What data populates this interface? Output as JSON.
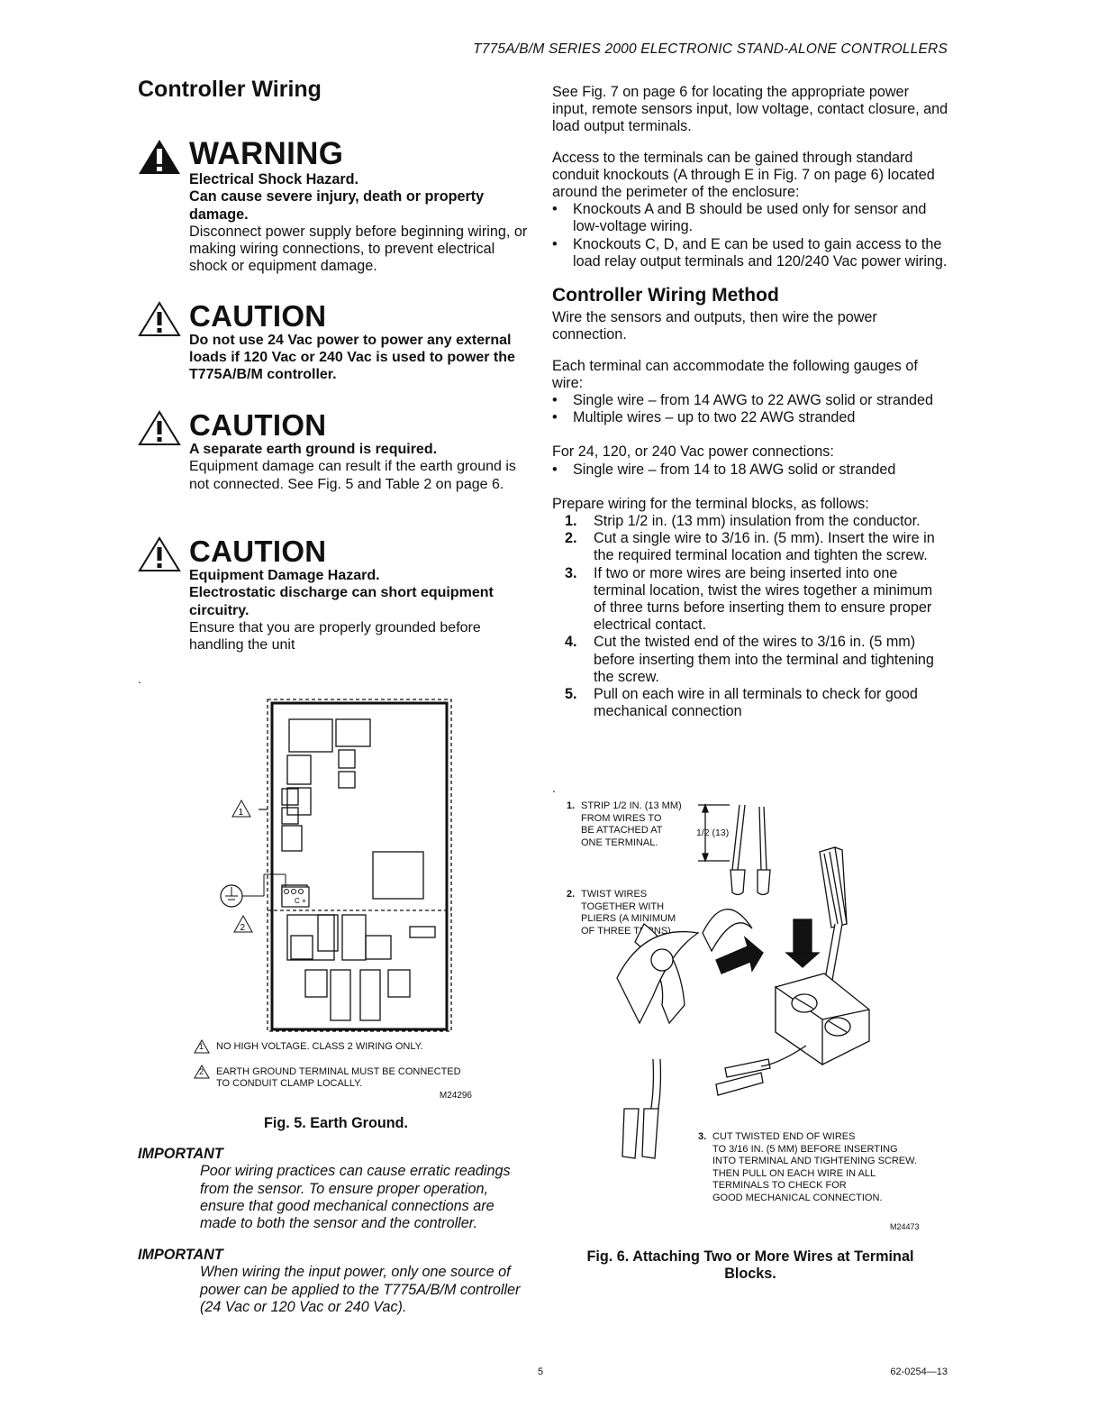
{
  "header": {
    "running_title": "T775A/B/M SERIES 2000 ELECTRONIC STAND-ALONE CONTROLLERS"
  },
  "left": {
    "heading": "Controller Wiring",
    "warning": {
      "title": "WARNING",
      "lines_bold": [
        "Electrical Shock Hazard.",
        "Can cause severe injury, death or property damage."
      ],
      "text": "Disconnect power supply before beginning wiring, or making wiring connections, to prevent electrical shock or equipment damage."
    },
    "caution1": {
      "title": "CAUTION",
      "text_bold": "Do not use 24 Vac power to power any external loads if 120 Vac or 240 Vac is used to power the T775A/B/M controller."
    },
    "caution2": {
      "title": "CAUTION",
      "text_bold": "A separate earth ground is required.",
      "text": "Equipment damage can result if the earth ground is not connected. See Fig. 5 and Table 2 on page 6."
    },
    "caution3": {
      "title": "CAUTION",
      "lines_bold": [
        "Equipment Damage Hazard.",
        "Electrostatic discharge can short equipment circuitry."
      ],
      "text": "Ensure that you are properly grounded before handling the unit"
    },
    "dot": ".",
    "fig5": {
      "terminal_label": "C +",
      "marker1": "1",
      "marker2": "2",
      "note1": "NO HIGH VOLTAGE. CLASS 2 WIRING ONLY.",
      "note2_line1": "EARTH GROUND TERMINAL MUST BE CONNECTED",
      "note2_line2": "TO CONDUIT CLAMP LOCALLY.",
      "code": "M24296",
      "caption": "Fig. 5. Earth Ground."
    },
    "important1": {
      "title": "IMPORTANT",
      "text": "Poor wiring practices can cause erratic readings from the sensor. To ensure proper operation, ensure that good mechanical connections are made to both the sensor and the controller."
    },
    "important2": {
      "title": "IMPORTANT",
      "text": "When wiring the input power, only one source of power can be applied to the T775A/B/M controller (24 Vac or 120 Vac or 240 Vac)."
    }
  },
  "right": {
    "p1": "See Fig. 7 on page 6 for locating the appropriate power input, remote sensors input, low voltage, contact closure, and load output terminals.",
    "p2": "Access to the terminals can be gained through standard conduit knockouts (A through E in Fig. 7 on page 6) located around the perimeter of the enclosure:",
    "knockouts": [
      "Knockouts A and B should be used only for sensor and low-voltage wiring.",
      "Knockouts C, D, and E can be used to gain access to the load relay output terminals and 120/240 Vac power wiring."
    ],
    "method_heading": "Controller Wiring Method",
    "p3": "Wire the sensors and outputs, then wire the power connection.",
    "p4": "Each terminal can accommodate the following gauges of wire:",
    "gauges": [
      "Single wire – from 14 AWG to 22 AWG solid or stranded",
      "Multiple wires – up to two 22 AWG stranded"
    ],
    "p5": "For 24, 120, or 240 Vac power connections:",
    "power_gauges": [
      "Single wire – from 14 to 18 AWG solid or stranded"
    ],
    "p6": "Prepare wiring for the terminal blocks, as follows:",
    "steps": [
      {
        "num": "1.",
        "text": "Strip 1/2 in. (13 mm) insulation from the conductor."
      },
      {
        "num": "2.",
        "text": "Cut a single wire to 3/16 in. (5 mm). Insert the wire in the required terminal location and tighten the screw."
      },
      {
        "num": "3.",
        "text": "If two or more wires are being inserted into one terminal location, twist the wires together a minimum of three turns before inserting them to ensure proper electrical contact."
      },
      {
        "num": "4.",
        "text": "Cut the twisted end of the wires to 3/16 in. (5 mm) before inserting them into the terminal and tightening the screw."
      },
      {
        "num": "5.",
        "text": "Pull on each wire in all terminals to check for good mechanical connection"
      }
    ],
    "dot": ".",
    "fig6": {
      "s1_num": "1.",
      "s1_lines": [
        "STRIP 1/2 IN. (13 MM)",
        "FROM WIRES TO",
        "BE ATTACHED AT",
        "ONE TERMINAL."
      ],
      "dim": "1/2 (13)",
      "s2_num": "2.",
      "s2_lines": [
        "TWIST WIRES",
        "TOGETHER WITH",
        "PLIERS (A MINIMUM",
        "OF THREE TURNS)."
      ],
      "s3_num": "3.",
      "s3_lines": [
        "CUT TWISTED END OF WIRES",
        "TO 3/16 IN. (5 MM) BEFORE INSERTING",
        "INTO TERMINAL AND TIGHTENING SCREW.",
        "THEN PULL ON EACH WIRE IN ALL",
        "TERMINALS TO CHECK FOR",
        "GOOD MECHANICAL CONNECTION."
      ],
      "code": "M24473",
      "caption_line1": "Fig. 6. Attaching Two or More Wires at Terminal",
      "caption_line2": "Blocks."
    }
  },
  "footer": {
    "page": "5",
    "doc_number": "62-0254—13"
  }
}
